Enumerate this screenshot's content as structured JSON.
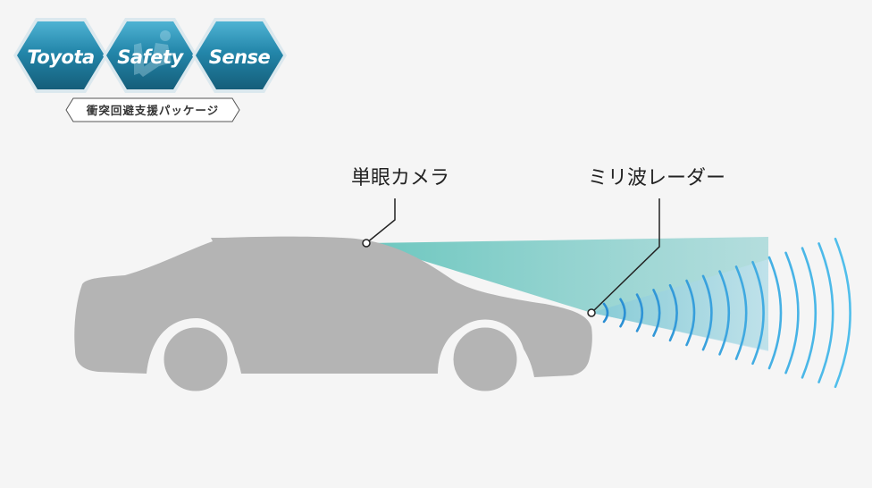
{
  "logo": {
    "words": [
      "Toyota",
      "Safety",
      "Sense"
    ],
    "subtitle": "衝突回避支援パッケージ"
  },
  "callouts": {
    "camera": "単眼カメラ",
    "radar": "ミリ波レーダー"
  },
  "colors": {
    "background": "#f5f5f5",
    "car_body": "#b4b4b4",
    "wheel_arch": "#f5f5f5",
    "hex_dark": "#1d6f8c",
    "hex_light": "#3aa3c4",
    "camera_beam": "#5dc3bb",
    "radar_beam": "#a8d8ea",
    "radar_waves": "#3d9fd6",
    "leader_line": "#222222"
  },
  "icons": [
    "seat-person-icon"
  ]
}
